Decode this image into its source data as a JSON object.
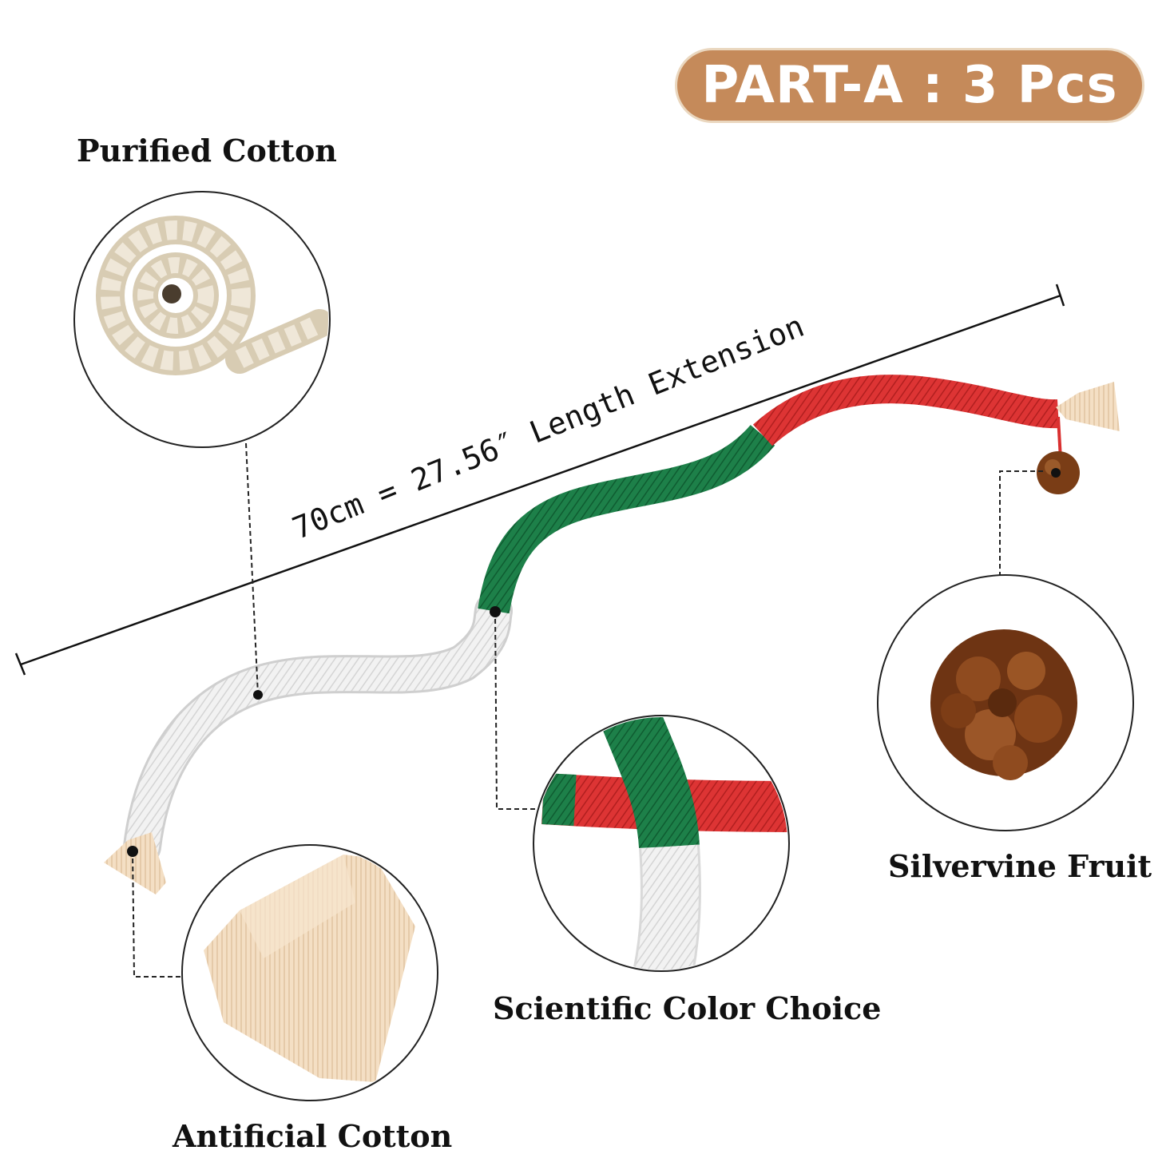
{
  "badge": {
    "text": "PART-A : 3 Pcs"
  },
  "measurement": {
    "text": "70cm = 27.56″ Length Extension"
  },
  "callouts": {
    "purified_cotton": "Purified Cotton",
    "silvervine_fruit": "Silvervine Fruit",
    "scientific_color_choice": "Scientific Color Choice",
    "artificial_cotton": "Antificial Cotton"
  },
  "colors": {
    "badge_bg": "#c58a5a",
    "rope_white": "#f1f1f1",
    "rope_green": "#1a7a45",
    "rope_red": "#d93030",
    "tassel": "#f3dcc0",
    "silvervine": "#7a3d16"
  }
}
